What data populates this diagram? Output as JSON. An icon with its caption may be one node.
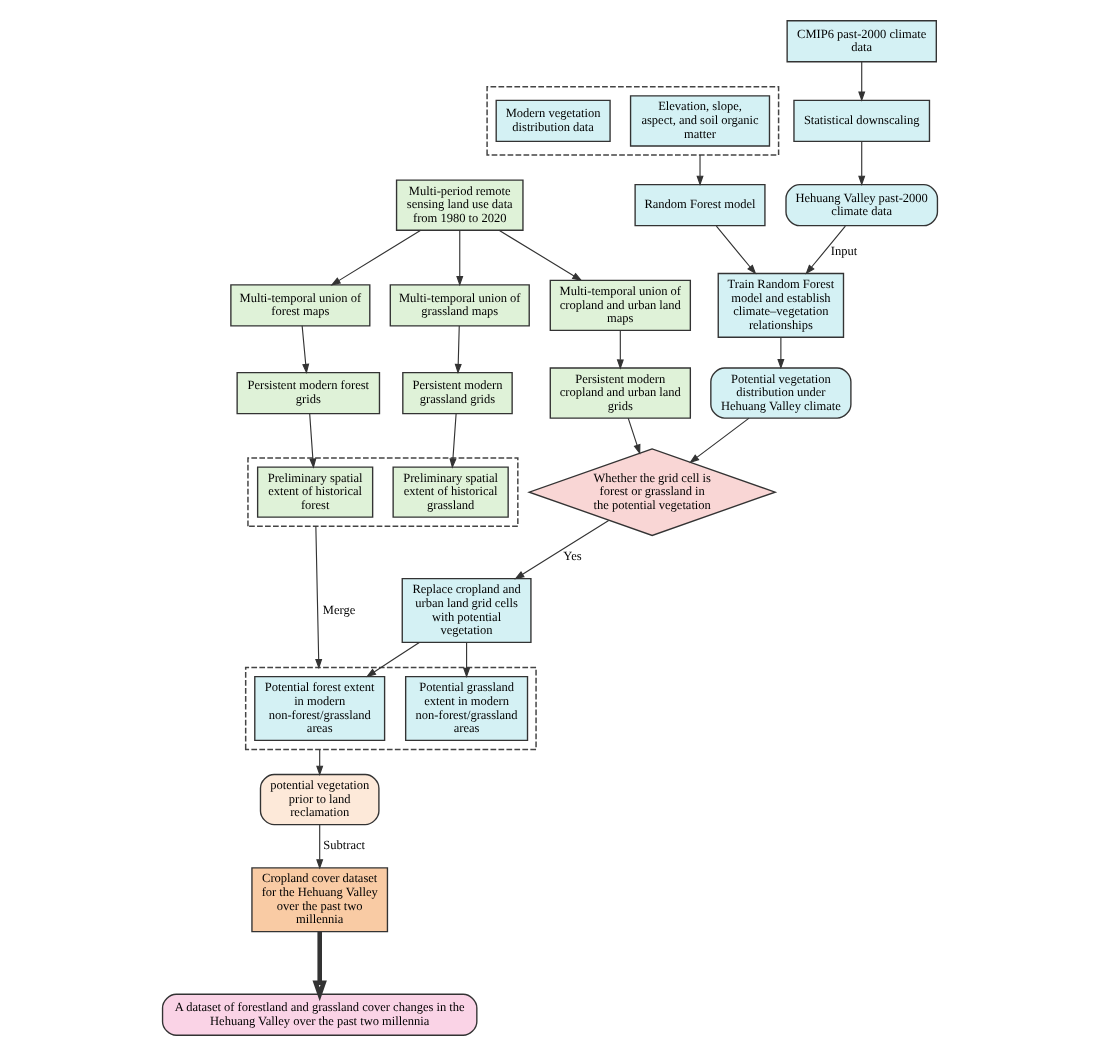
{
  "diagram": {
    "nodes": [
      {
        "text": [
          "Multi-period remote sensing land use data from 1980 to 2020"
        ]
      },
      {
        "text": [
          "Multi-temporal union of forest maps"
        ]
      },
      {
        "text": [
          "Multi-temporal union of grassland maps"
        ]
      },
      {
        "text": [
          "Multi-temporal union of cropland and urban land maps"
        ]
      },
      {
        "text": [
          "Persistent modern forest grids"
        ]
      },
      {
        "text": [
          "Persistent modern grassland grids"
        ]
      },
      {
        "text": [
          "Persistent modern cropland and urban land grids"
        ]
      },
      {
        "text": [],
        "shape": "box"
      },
      {
        "text": [
          "Preliminary spatial extent of historical forest"
        ],
        "in": 7
      },
      {
        "text": [
          "Preliminary spatial extent of historical grassland"
        ],
        "in": 7
      },
      {
        "text": [
          "Whether the grid cell is forest or grassland in the potential vegetation"
        ]
      },
      {
        "text": [],
        "shape": "box"
      },
      {
        "text": [
          "Elevation, slope, aspect, and soil organic matter"
        ],
        "in": 11
      },
      {
        "text": [
          "Modern vegetation distribution data"
        ],
        "in": 11
      },
      {
        "text": [
          "CMIP6 past-2000 climate data"
        ]
      },
      {
        "text": [
          "Random Forest model"
        ]
      },
      {
        "text": [
          "Statistical downscaling"
        ]
      },
      {
        "text": [
          "Train Random Forest model and establish climate–vegetation relationships"
        ]
      },
      {
        "text": [
          "Hehuang Valley past-2000 climate data"
        ]
      },
      {
        "text": [
          "Potential vegetation distribution under Hehuang Valley climate"
        ]
      },
      {
        "text": [
          "Replace cropland and urban land grid cells with potential vegetation"
        ]
      },
      {
        "text": [],
        "shape": "box"
      },
      {
        "text": [
          "Potential forest extent in modern non-forest/grassland areas"
        ],
        "in": 21
      },
      {
        "text": [
          "Potential grassland extent in modern non-forest/grassland areas"
        ],
        "in": 21
      },
      {
        "text": [
          "potential vegetation prior to land reclamation"
        ]
      },
      {
        "text": [
          "Cropland cover dataset for the Hehuang Valley over the past two millennia"
        ]
      },
      {
        "text": [
          "A dataset of forestland and grassland cover changes in the Hehuang Valley over the past two millennia"
        ]
      }
    ],
    "edges": [
      {
        "from": 0,
        "to": 1,
        "arrow": "to"
      },
      {
        "from": 0,
        "to": 2,
        "arrow": "to"
      },
      {
        "from": 0,
        "to": 3,
        "arrow": "to"
      },
      {
        "from": 1,
        "to": 4,
        "arrow": "to"
      },
      {
        "from": 2,
        "to": 5,
        "arrow": "to"
      },
      {
        "from": 3,
        "to": 6,
        "arrow": "to"
      },
      {
        "from": 4,
        "to": 8,
        "arrow": "to"
      },
      {
        "from": 5,
        "to": 9,
        "arrow": "to"
      },
      {
        "from": 6,
        "to": 10,
        "arrow": "to"
      },
      {
        "from": 11,
        "to": 15,
        "arrow": "to"
      },
      {
        "from": 15,
        "to": 17,
        "arrow": "to"
      },
      {
        "from": 14,
        "to": 16,
        "arrow": "to"
      },
      {
        "from": 16,
        "to": 18,
        "arrow": "to"
      },
      {
        "from": 18,
        "to": 17,
        "arrow": "to",
        "label": "Input"
      },
      {
        "from": 17,
        "to": 19,
        "arrow": "to"
      },
      {
        "from": 19,
        "to": 10,
        "arrow": "to"
      },
      {
        "from": 10,
        "to": 20,
        "arrow": "to",
        "label": "Yes"
      },
      {
        "from": 20,
        "to": 22,
        "arrow": "to"
      },
      {
        "from": 20,
        "to": 23,
        "arrow": "to"
      },
      {
        "from": 7,
        "to": 21,
        "arrow": "to",
        "label": "Merge"
      },
      {
        "from": 21,
        "to": 24,
        "arrow": "to"
      },
      {
        "from": 24,
        "to": 25,
        "arrow": "to",
        "label": "Subtract"
      },
      {
        "from": 25,
        "to": 26,
        "arrow": "to",
        "style": "thick"
      }
    ]
  }
}
